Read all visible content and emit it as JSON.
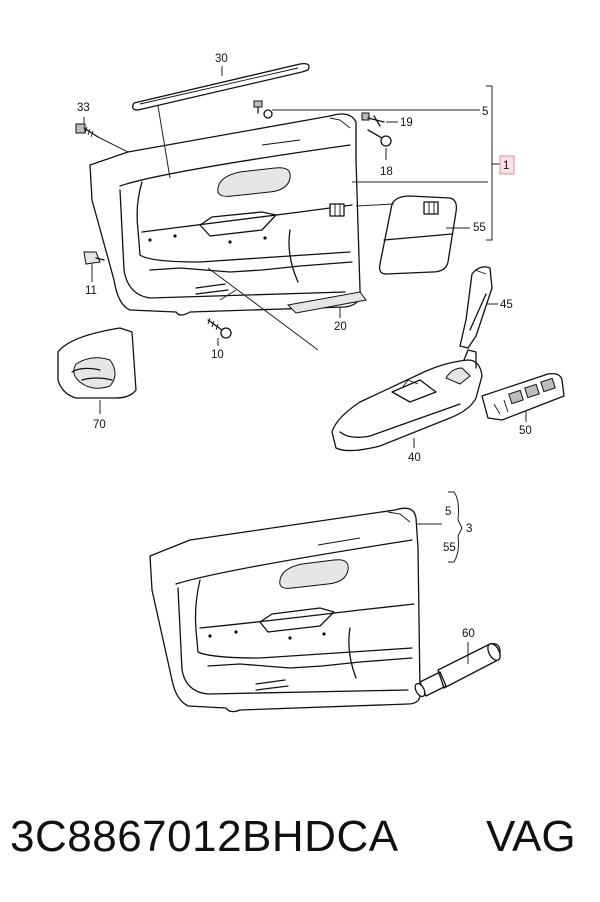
{
  "callouts": {
    "c1": "1",
    "c3": "3",
    "c5a": "5",
    "c5b": "5",
    "c10": "10",
    "c11": "11",
    "c18": "18",
    "c19": "19",
    "c20": "20",
    "c30": "30",
    "c33": "33",
    "c40": "40",
    "c45": "45",
    "c50": "50",
    "c55a": "55",
    "c55b": "55",
    "c60": "60",
    "c70": "70"
  },
  "footer": {
    "part_number": "3C8867012BHDCA",
    "brand": "VAG"
  },
  "colors": {
    "highlight_fill": "#fde3e8",
    "highlight_stroke": "#e88c9c"
  }
}
